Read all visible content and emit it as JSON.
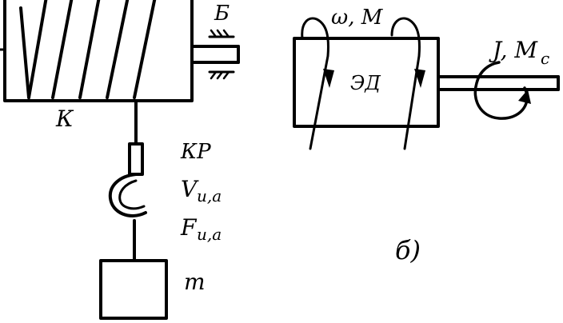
{
  "labels": {
    "bearing": "Б",
    "drum": "К",
    "hook": "КР",
    "velocity_main": "V",
    "velocity_sub": "и,а",
    "force_main": "F",
    "force_sub": "и,а",
    "mass": "m",
    "motor_torque": "ω, M",
    "motor": "ЭД",
    "load_inertia_main": "J, M",
    "load_inertia_sub": "c",
    "part_b": "б)"
  },
  "colors": {
    "ink": "#000000",
    "paper": "#ffffff"
  }
}
